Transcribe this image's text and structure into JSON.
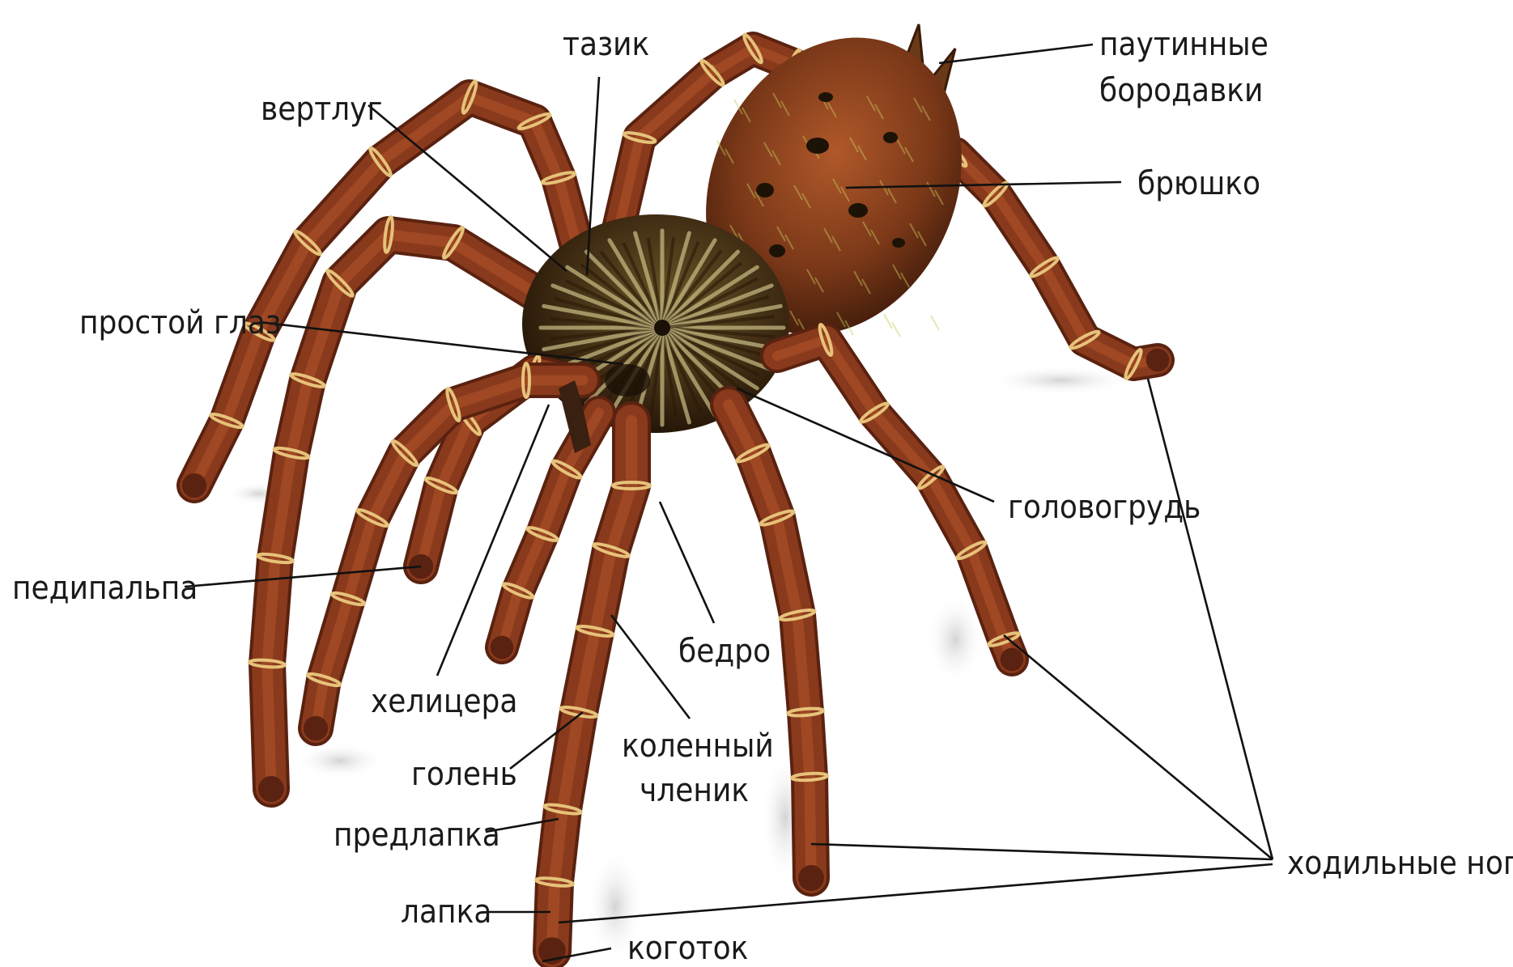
{
  "labels": {
    "spinnerets_1": "паутинные",
    "spinnerets_2": "бородавки",
    "abdomen": "брюшко",
    "coxa": "тазик",
    "trochanter": "вертлуг",
    "simple_eye": "простой глаз",
    "pedipalp": "педипальпа",
    "cephalothorax": "головогрудь",
    "femur": "бедро",
    "chelicera": "хелицера",
    "patella_1": "коленный",
    "patella_2": "членик",
    "tibia": "голень",
    "metatarsus": "предлапка",
    "tarsus": "лапка",
    "claw": "коготок",
    "walking_legs": "ходильные ноги"
  },
  "colors": {
    "leg_dark": "#5a2210",
    "leg_main": "#8a3a1c",
    "leg_light": "#b0542a",
    "joint_ring": "#e6c27a",
    "abdomen_base": "#7a3818",
    "abdomen_spot": "#1c1206",
    "abdomen_hair": "#c8c85a",
    "carapace": "#4a3418",
    "carapace_ray": "#c9bf86",
    "shadow": "#d8d8d8",
    "leader": "#111111"
  }
}
